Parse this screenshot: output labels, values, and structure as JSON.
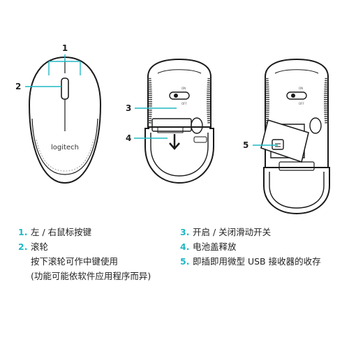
{
  "figure": {
    "callouts": [
      "1",
      "2",
      "3",
      "4",
      "5"
    ],
    "brand": "logitech",
    "switch_on": "ON",
    "switch_off": "OFF"
  },
  "legend": {
    "items": [
      {
        "number": "1.",
        "lines": [
          "左 / 右鼠标按键"
        ]
      },
      {
        "number": "2.",
        "lines": [
          "滚轮",
          "按下滚轮可作中键使用",
          "(功能可能依软件应用程序而异)"
        ]
      },
      {
        "number": "3.",
        "lines": [
          "开启 / 关闭滑动开关"
        ]
      },
      {
        "number": "4.",
        "lines": [
          "电池盖释放"
        ]
      },
      {
        "number": "5.",
        "lines": [
          "即插即用微型 USB 接收器的收存"
        ]
      }
    ]
  },
  "colors": {
    "accent": "#1fb8c4",
    "outline": "#1a1a1a"
  }
}
